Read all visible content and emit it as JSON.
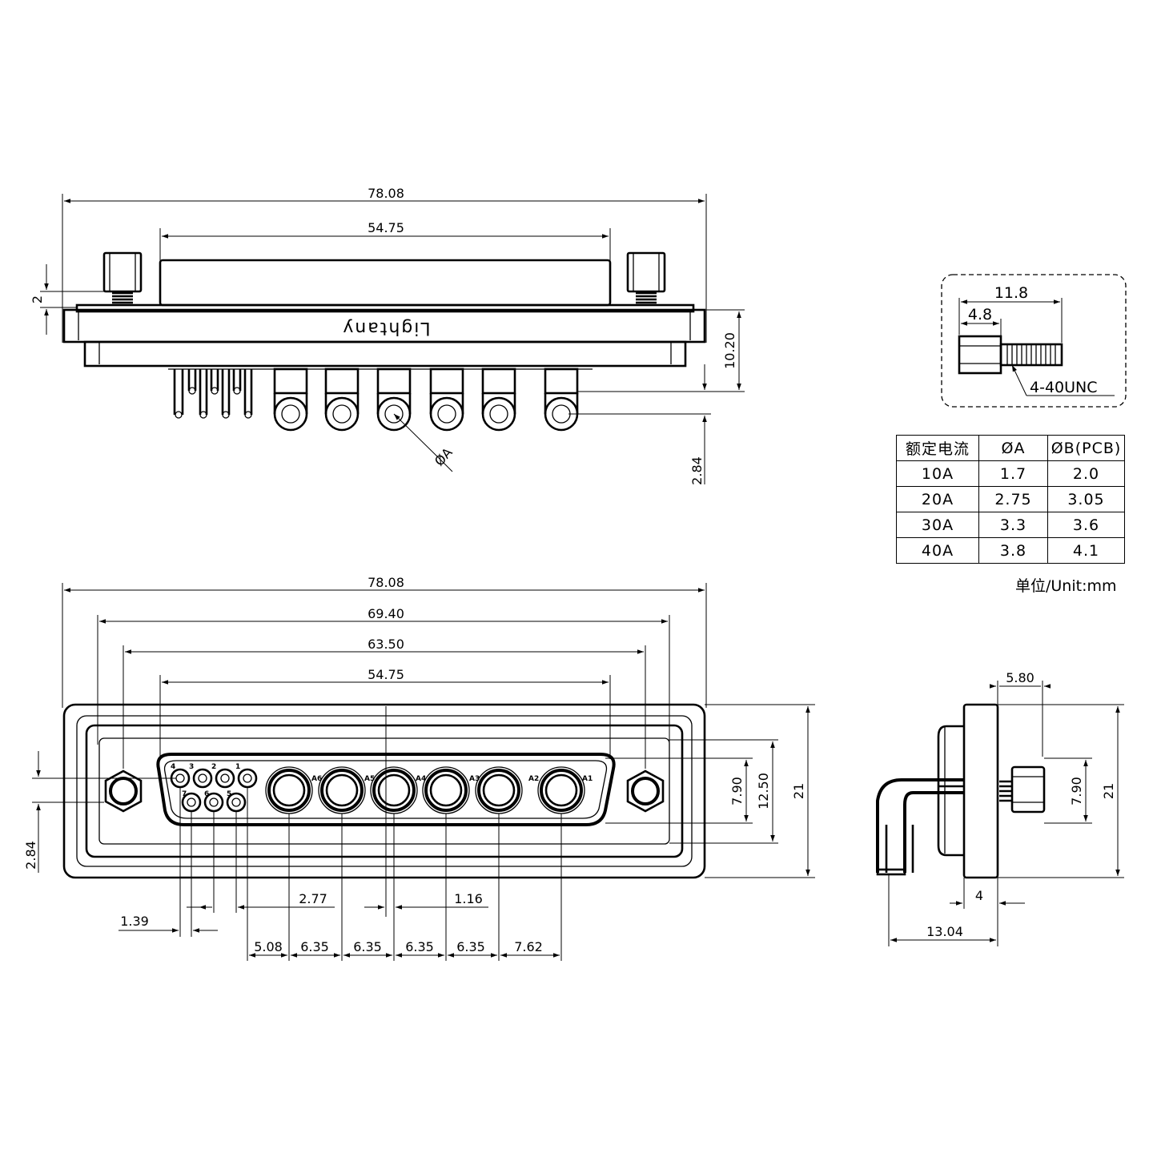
{
  "brand": "Lightany",
  "top_view": {
    "dims": {
      "overall": "78.08",
      "shell": "54.75",
      "flange_offset": "2",
      "height": "10.20",
      "pcb_offset": "2.84",
      "pin_dia": "ØA"
    }
  },
  "front_view": {
    "dims": {
      "overall": "78.08",
      "mount": "69.40",
      "hole_pitch": "63.50",
      "shell": "54.75",
      "h_small": "7.90",
      "h_mid": "12.50",
      "h_total": "21",
      "v_offset": "2.84",
      "signal_pitch_a": "2.77",
      "signal_pitch_b": "1.16",
      "signal_gap": "1.39",
      "pitches": [
        "5.08",
        "6.35",
        "6.35",
        "6.35",
        "6.35",
        "7.62"
      ]
    },
    "signal_labels_top": [
      "4",
      "3",
      "2",
      "1"
    ],
    "signal_labels_bottom": [
      "7",
      "6",
      "5"
    ],
    "power_labels": [
      "A6",
      "A5",
      "A4",
      "A3",
      "A2",
      "A1"
    ]
  },
  "screw_detail": {
    "length": "11.8",
    "hex_length": "4.8",
    "thread": "4-40UNC"
  },
  "side_view": {
    "dims": {
      "width": "5.80",
      "h_small": "7.90",
      "h_total": "21",
      "flange": "4",
      "depth": "13.04"
    }
  },
  "spec_table": {
    "headers": [
      "额定电流",
      "ØA",
      "ØB(PCB)"
    ],
    "rows": [
      [
        "10A",
        "1.7",
        "2.0"
      ],
      [
        "20A",
        "2.75",
        "3.05"
      ],
      [
        "30A",
        "3.3",
        "3.6"
      ],
      [
        "40A",
        "3.8",
        "4.1"
      ]
    ]
  },
  "unit_note": "单位/Unit:mm"
}
